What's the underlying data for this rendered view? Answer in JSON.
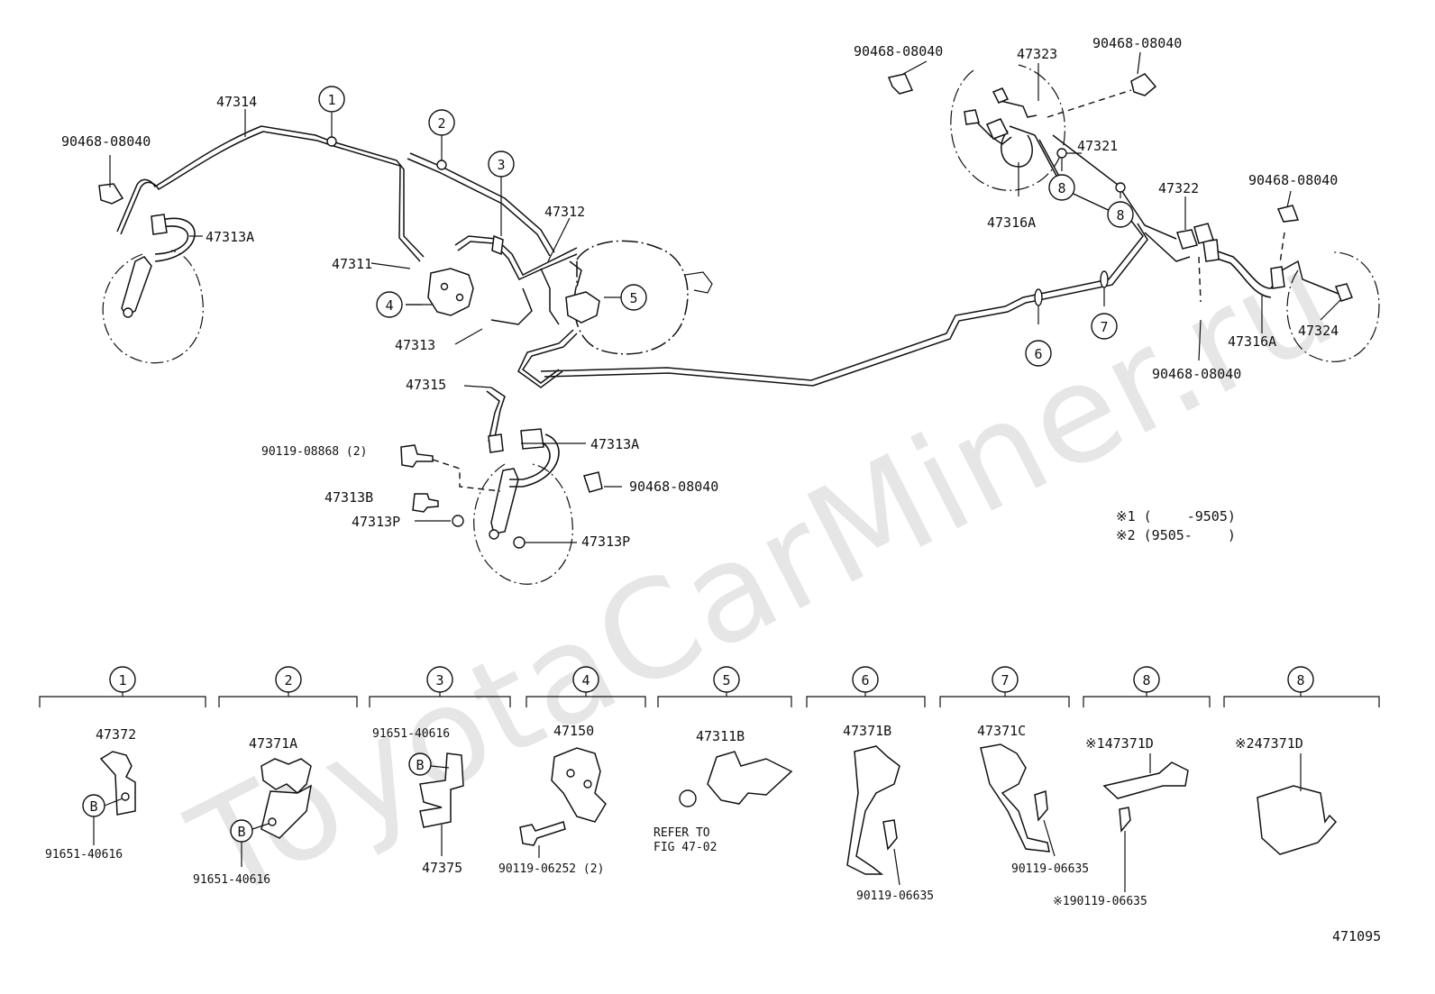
{
  "watermark": "ToyotaCarMiner.ru",
  "figure_code": "471095",
  "notes": {
    "n1": "※1 (　　 -9505)",
    "n2": "※2 (9505-　　 )"
  },
  "labels": {
    "p47314": "47314",
    "p90468_a": "90468-08040",
    "p47313A_a": "47313A",
    "p47311": "47311",
    "p47313": "47313",
    "p47315": "47315",
    "p47312": "47312",
    "p90119_08868": "90119-08868 (2)",
    "p47313B": "47313B",
    "p47313P_a": "47313P",
    "p47313A_b": "47313A",
    "p90468_b": "90468-08040",
    "p47313P_b": "47313P",
    "p90468_c": "90468-08040",
    "p47323": "47323",
    "p90468_d": "90468-08040",
    "p47321": "47321",
    "p47316A_a": "47316A",
    "p47322": "47322",
    "p90468_e": "90468-08040",
    "p47316A_b": "47316A",
    "p47324": "47324",
    "p90468_f": "90468-08040"
  },
  "callouts": {
    "c1": "1",
    "c2": "2",
    "c3": "3",
    "c4": "4",
    "c5": "5",
    "c6": "6",
    "c7": "7",
    "c8a": "8",
    "c8b": "8"
  },
  "detail_groups": [
    {
      "num": "1",
      "parts": [
        "47372",
        "91651-40616"
      ],
      "ref": "B"
    },
    {
      "num": "2",
      "parts": [
        "47371A",
        "91651-40616"
      ],
      "ref": "B"
    },
    {
      "num": "3",
      "parts": [
        "91651-40616",
        "47375"
      ],
      "ref": "B"
    },
    {
      "num": "4",
      "parts": [
        "47150",
        "90119-06252 (2)"
      ]
    },
    {
      "num": "5",
      "parts": [
        "47311B",
        "REFER TO",
        "FIG 47-02"
      ]
    },
    {
      "num": "6",
      "parts": [
        "47371B",
        "90119-06635"
      ]
    },
    {
      "num": "7",
      "parts": [
        "47371C",
        "90119-06635"
      ]
    },
    {
      "num": "8",
      "parts": [
        "※147371D",
        "※190119-06635"
      ]
    },
    {
      "num": "8",
      "parts": [
        "※247371D"
      ]
    }
  ]
}
